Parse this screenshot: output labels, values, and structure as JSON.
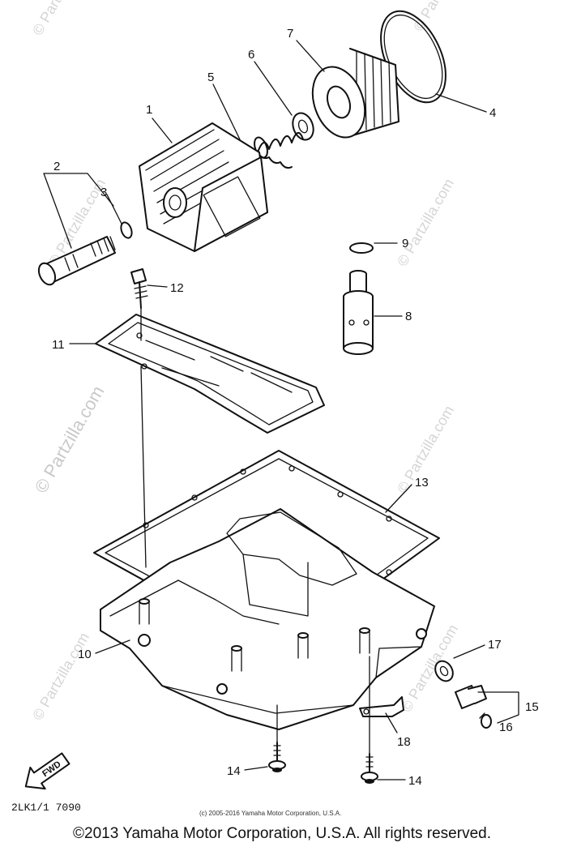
{
  "watermarks": {
    "main": "© Partzilla.com",
    "tile": "© Partzilla.com"
  },
  "callouts": {
    "c1": "1",
    "c2": "2",
    "c3": "3",
    "c4": "4",
    "c5": "5",
    "c6": "6",
    "c7": "7",
    "c8": "8",
    "c9": "9",
    "c10": "10",
    "c11": "11",
    "c12": "12",
    "c13": "13",
    "c14a": "14",
    "c14b": "14",
    "c15": "15",
    "c16": "16",
    "c17": "17",
    "c18": "18"
  },
  "fwd_label": "FWD",
  "diagram_code": "2LK1/1  7090",
  "small_copyright": "(c) 2005-2016 Yamaha Motor Corporation, U.S.A.",
  "footer_copyright": "©2013 Yamaha Motor Corporation, U.S.A. All rights reserved."
}
